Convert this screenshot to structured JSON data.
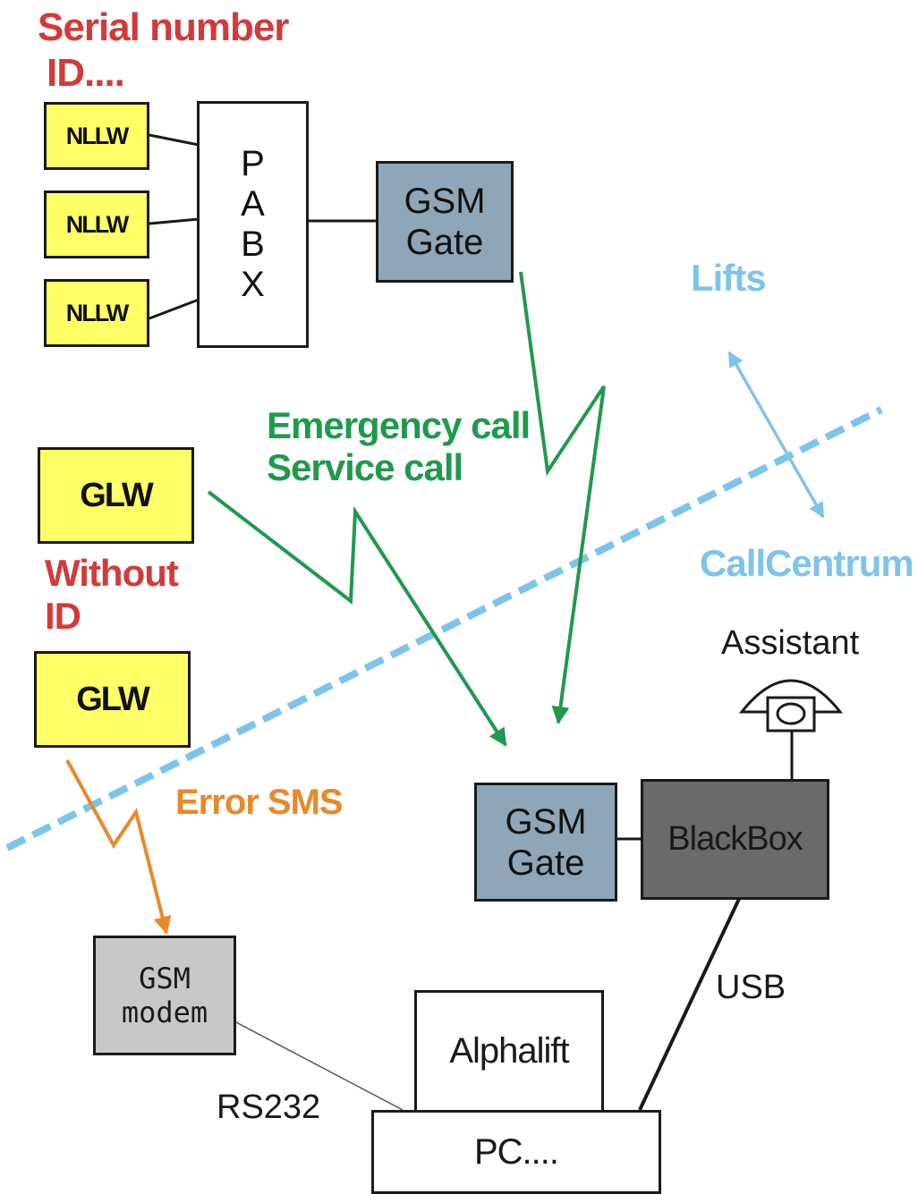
{
  "labels": {
    "serial_number_line1": "Serial number",
    "serial_number_line2": "ID....",
    "without_id_line1": "Without",
    "without_id_line2": "ID",
    "emergency_call": "Emergency call",
    "service_call": "Service call",
    "lifts": "Lifts",
    "call_centrum": "CallCentrum",
    "assistant": "Assistant",
    "error_sms": "Error SMS",
    "usb": "USB",
    "rs232": "RS232"
  },
  "nodes": {
    "nllw": [
      "NLLW",
      "NLLW",
      "NLLW"
    ],
    "pabx": [
      "P",
      "A",
      "B",
      "X"
    ],
    "gsm_gate_top": [
      "GSM",
      "Gate"
    ],
    "gsm_gate_bottom": [
      "GSM",
      "Gate"
    ],
    "glw": [
      "GLW",
      "GLW"
    ],
    "blackbox": "BlackBox",
    "gsm_modem": [
      "GSM",
      "modem"
    ],
    "alphalift": "Alphalift",
    "pc": "PC...."
  },
  "colors": {
    "title_red": "#d23a3a",
    "call_green": "#1f9a4c",
    "sms_orange": "#e8892a",
    "boundary_blue": "#7ec4ea",
    "device_yellow": "#ffff66",
    "gsm_gate_blue_gray": "#8ea6b8",
    "blackbox_gray": "#6a6a6a",
    "modem_gray": "#c8c8c8"
  },
  "icons": {
    "assistant": "telephone-icon"
  }
}
